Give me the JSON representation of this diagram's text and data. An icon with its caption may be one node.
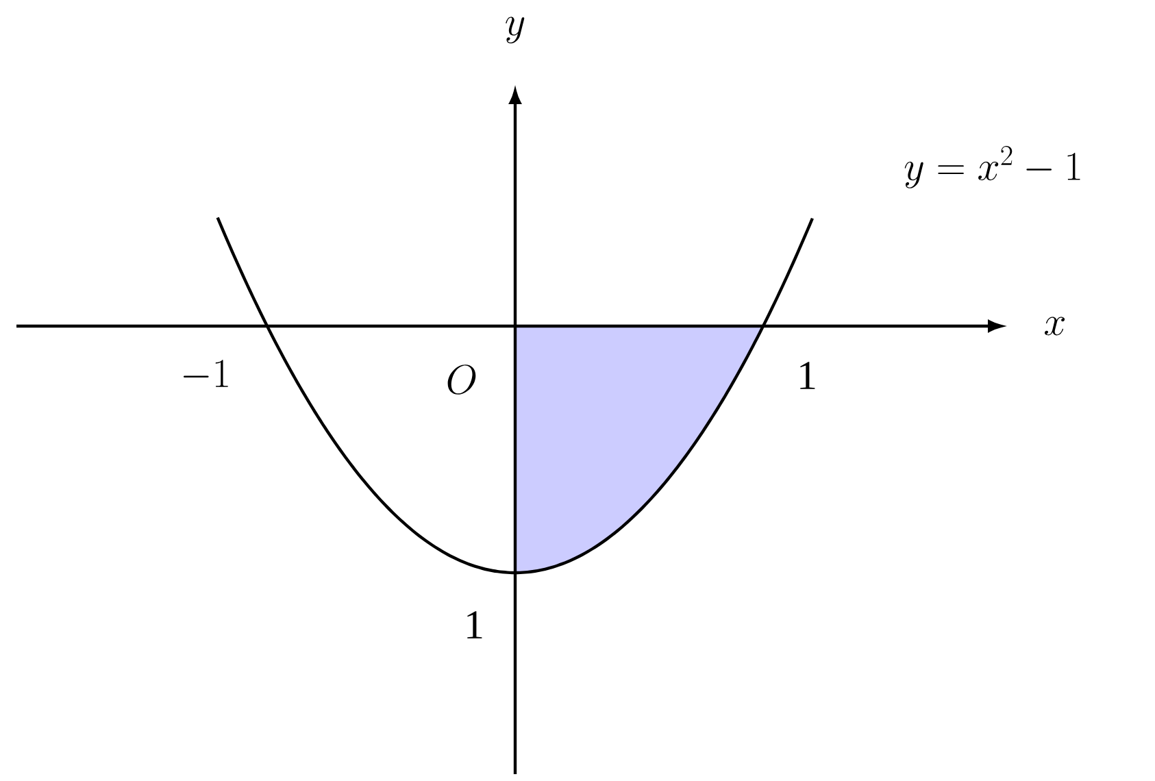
{
  "diagram": {
    "labels": [
      "y",
      "y = x^2 - 1",
      "x",
      "-1",
      "O",
      "1",
      "1"
    ]
  }
}
